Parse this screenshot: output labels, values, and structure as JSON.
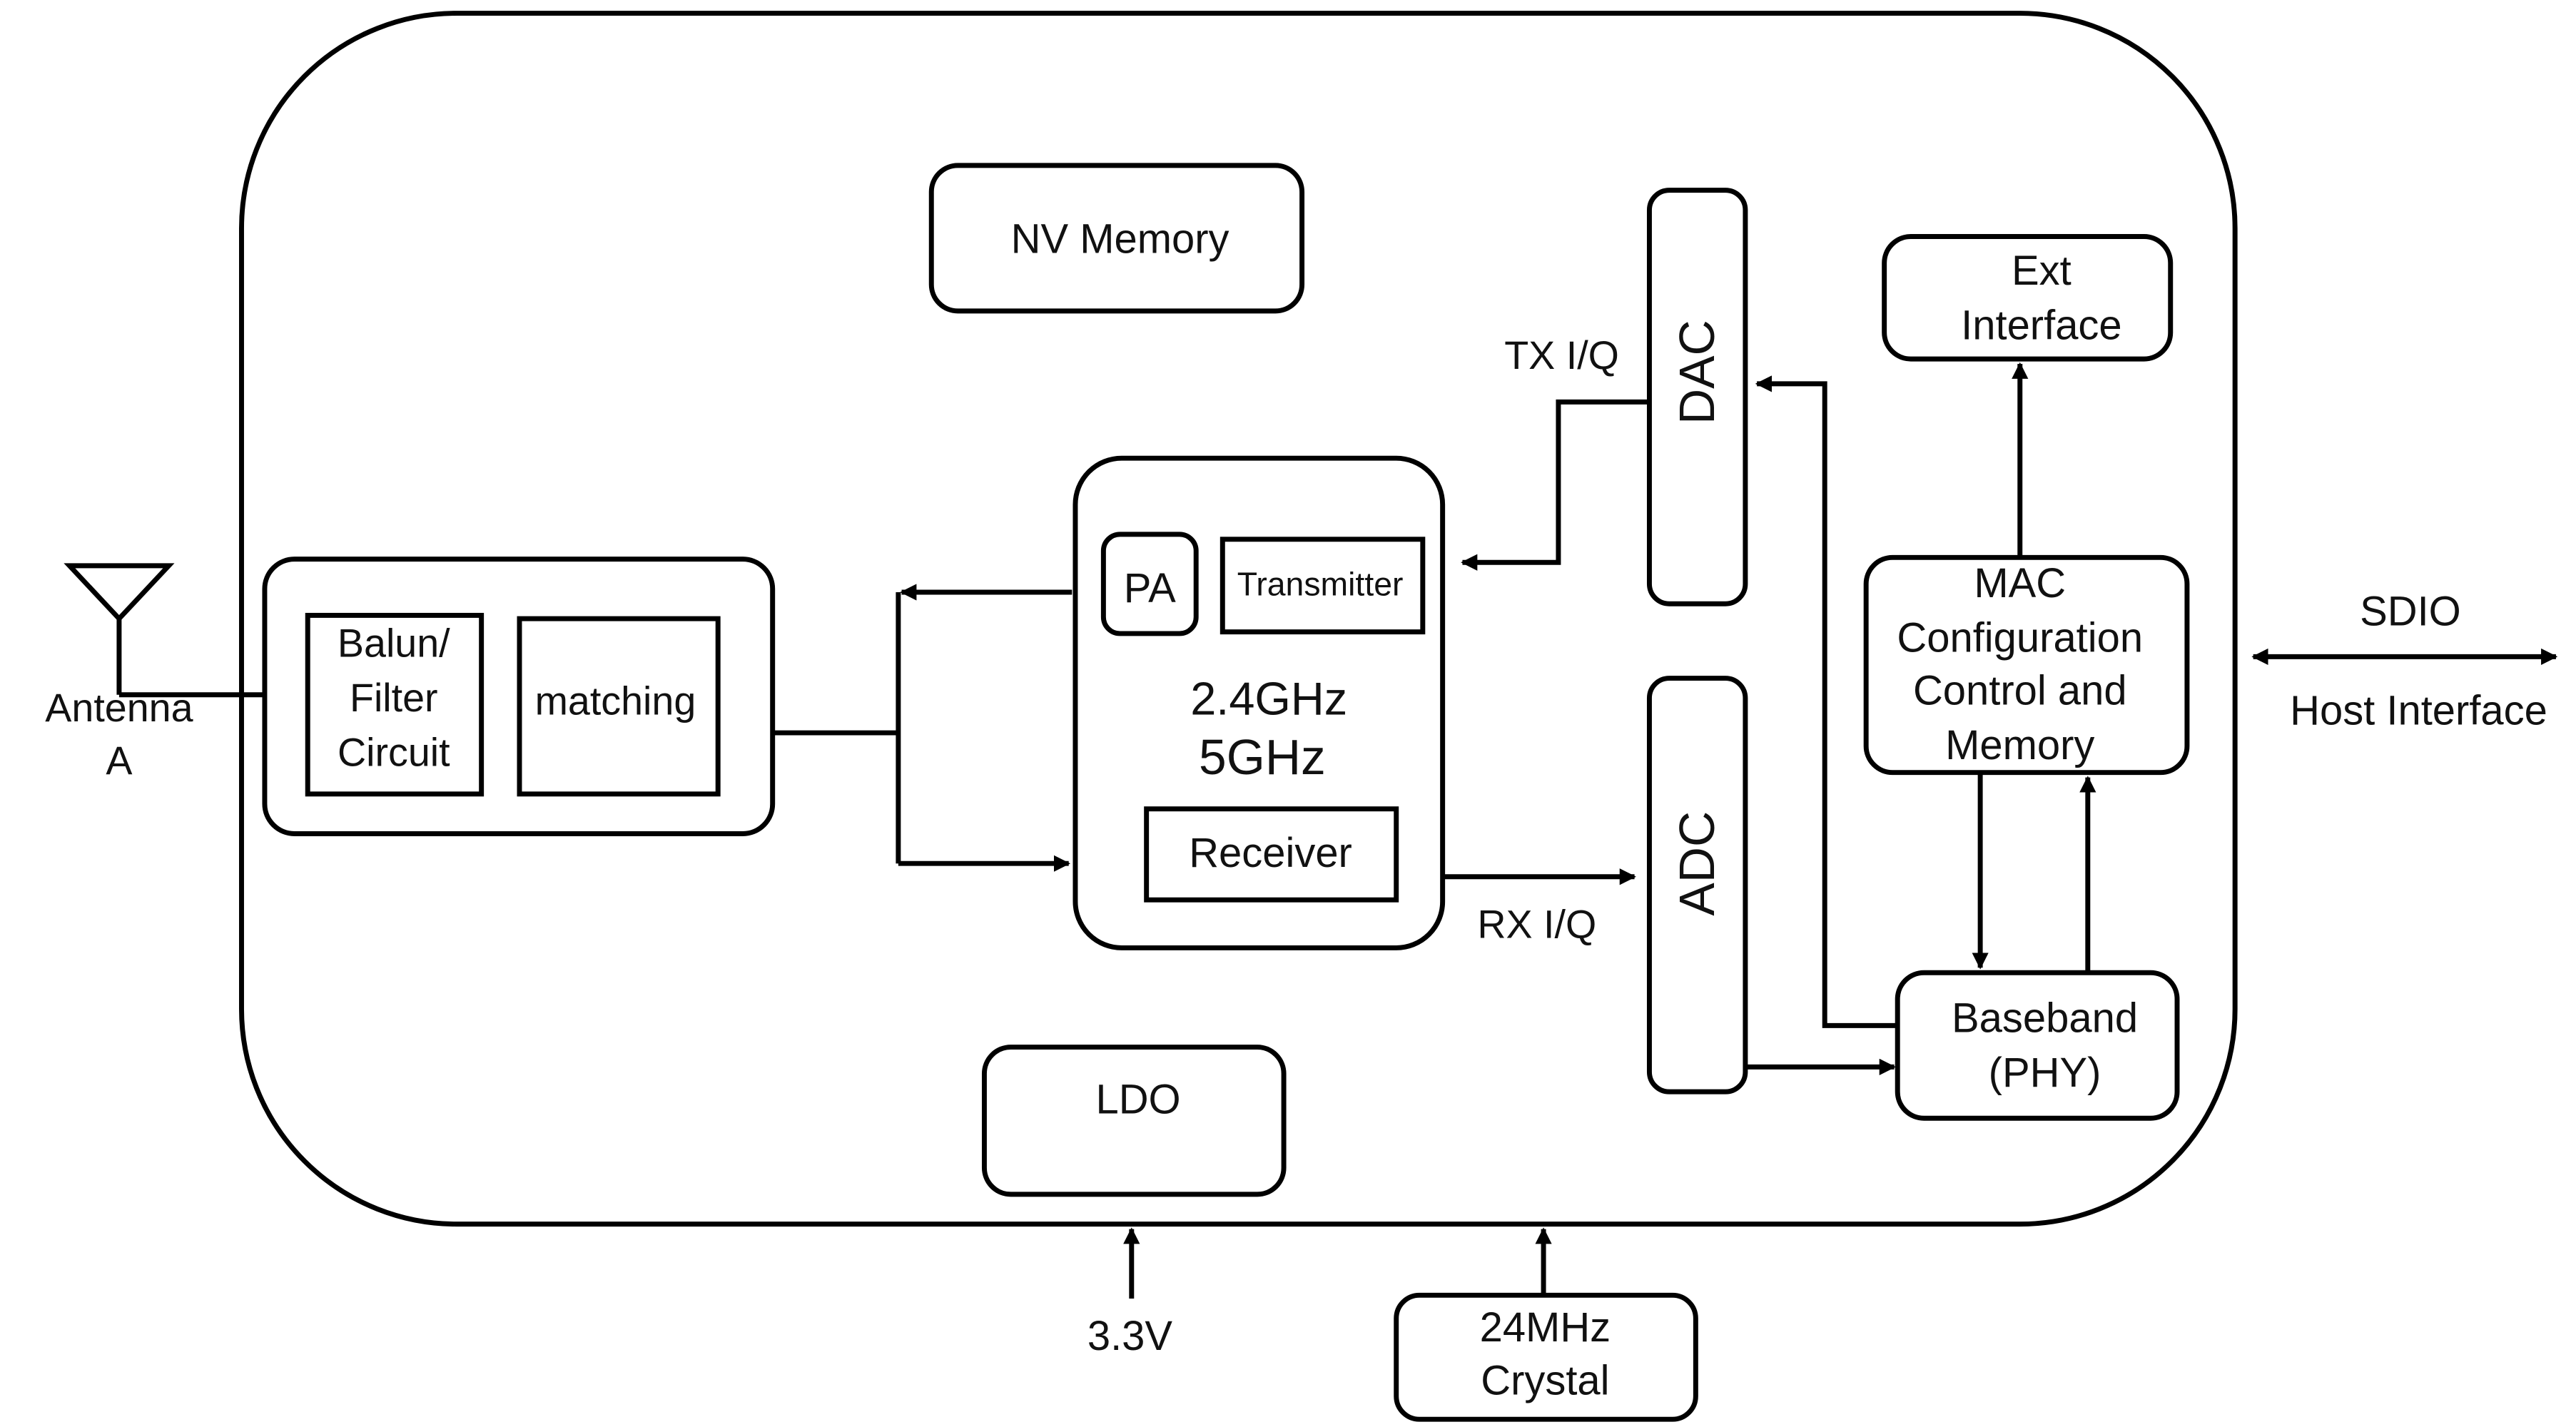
{
  "diagram": {
    "antenna": {
      "line1": "Antenna",
      "line2": "A"
    },
    "blocks": {
      "balun": [
        "Balun/",
        "Filter",
        "Circuit"
      ],
      "matching": "matching",
      "nv_memory": "NV Memory",
      "pa": "PA",
      "transmitter": "Transmitter",
      "freq_24": "2.4GHz",
      "freq_5": "5GHz",
      "receiver": "Receiver",
      "dac": "DAC",
      "adc": "ADC",
      "ext_interface": [
        "Ext",
        "Interface"
      ],
      "mac": [
        "MAC",
        "Configuration",
        "Control and",
        "Memory"
      ],
      "baseband": [
        "Baseband",
        "(PHY)"
      ],
      "ldo": "LDO",
      "crystal": [
        "24MHz",
        "Crystal"
      ]
    },
    "signals": {
      "tx_iq": "TX I/Q",
      "rx_iq": "RX I/Q",
      "sdio": "SDIO",
      "host_interface": "Host Interface",
      "supply": "3.3V"
    }
  }
}
